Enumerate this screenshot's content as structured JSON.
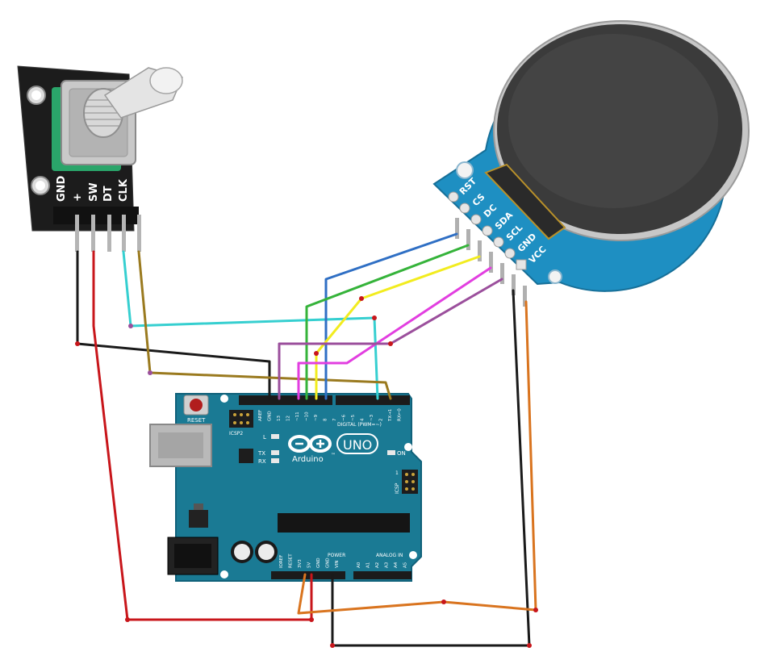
{
  "encoder": {
    "pins": [
      "GND",
      "+",
      "SW",
      "DT",
      "CLK"
    ]
  },
  "display": {
    "pins": [
      "RST",
      "CS",
      "DC",
      "SDA",
      "SCL",
      "GND",
      "VCC"
    ]
  },
  "arduino": {
    "brand": "Arduino",
    "tm": "™",
    "model": "UNO",
    "reset_label": "RESET",
    "icsp2_label": "ICSP2",
    "icsp_label": "ICSP",
    "icsp_pin1": "1",
    "on_label": "ON",
    "led_l": "L",
    "led_tx": "TX",
    "led_rx": "RX",
    "digital_label": "DIGITAL (PWM=~)",
    "power_label": "POWER",
    "analog_label": "ANALOG IN",
    "digital_pins": [
      "AREF",
      "GND",
      "13",
      "12",
      "~11",
      "~10",
      "~9",
      "8",
      "7",
      "~6",
      "~5",
      "4",
      "~3",
      "2",
      "TX→1",
      "RX←0"
    ],
    "power_pins": [
      "IOREF",
      "RESET",
      "3V3",
      "5V",
      "GND",
      "GND",
      "VIN"
    ],
    "analog_pins": [
      "A0",
      "A1",
      "A2",
      "A3",
      "A4",
      "A5"
    ]
  },
  "colors": {
    "board": "#1a7a94",
    "board_dark": "#11617a",
    "wire_black": "#1a1a1a",
    "wire_red": "#c8161b",
    "wire_cyan": "#36cfd0",
    "wire_olive": "#9a7a1f",
    "wire_blue": "#2f6fc4",
    "wire_green": "#35b33a",
    "wire_yellow": "#f2ec1f",
    "wire_magenta": "#e23ee0",
    "wire_purple": "#9b4f9c",
    "wire_orange": "#d9741f"
  }
}
